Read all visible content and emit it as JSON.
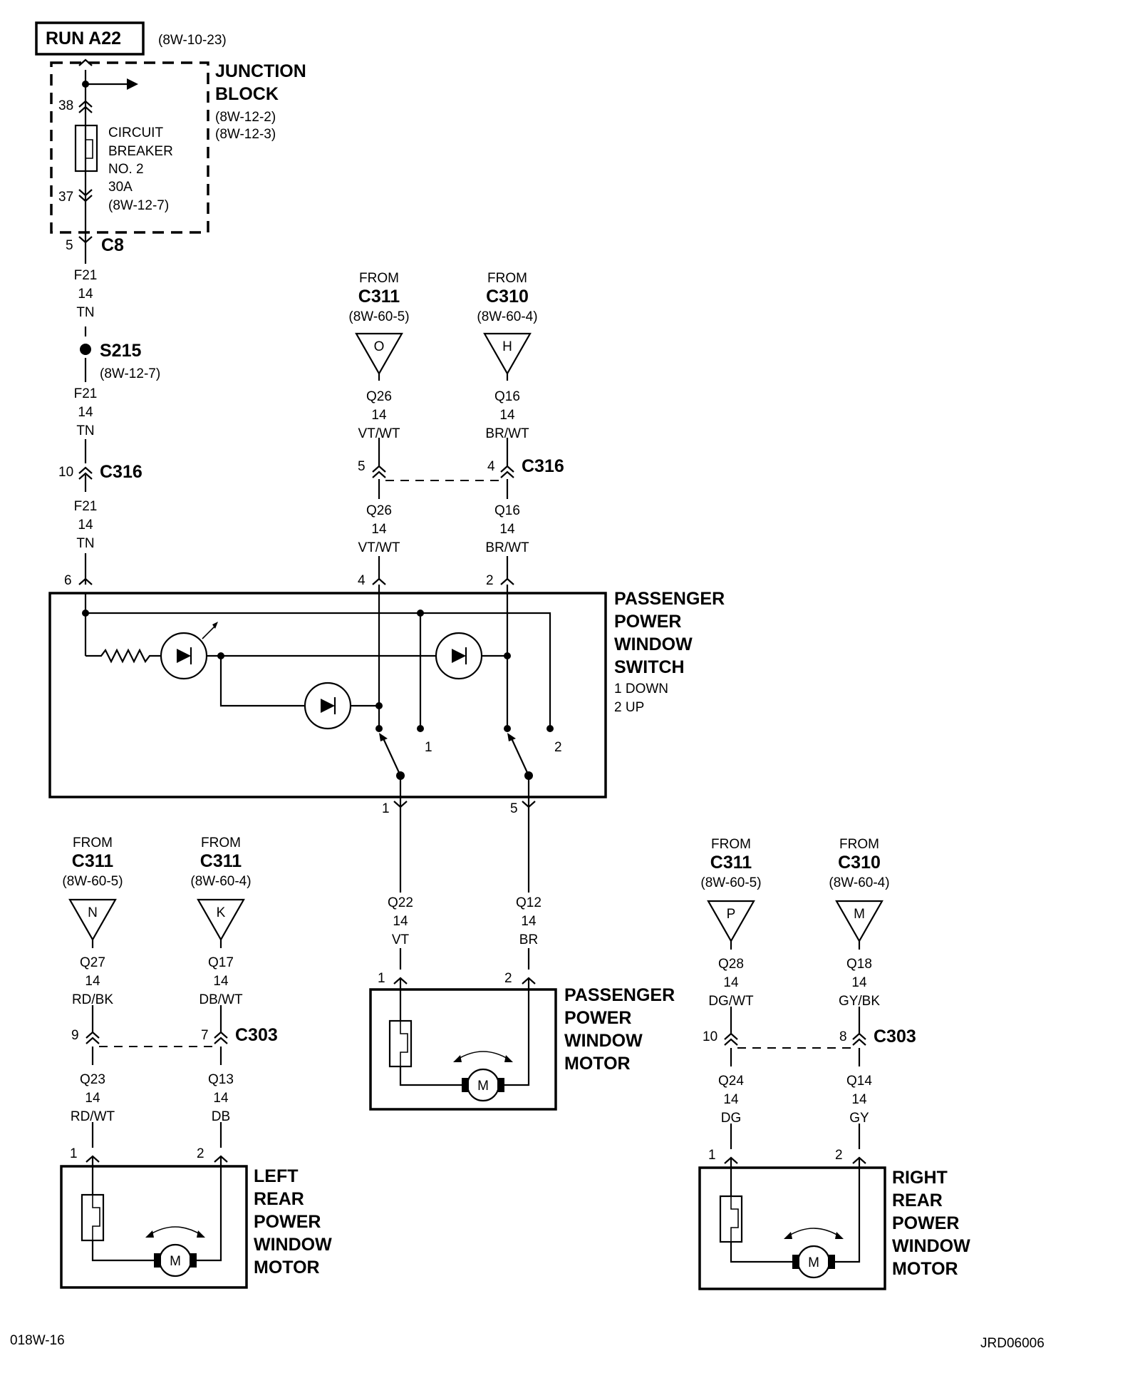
{
  "header": {
    "run": "RUN A22",
    "run_ref": "(8W-10-23)"
  },
  "junction_block": {
    "title1": "JUNCTION",
    "title2": "BLOCK",
    "ref1": "(8W-12-2)",
    "ref2": "(8W-12-3)",
    "pin_top": "38",
    "pin_bottom": "37",
    "breaker": [
      "CIRCUIT",
      "BREAKER",
      "NO. 2",
      "30A",
      "(8W-12-7)"
    ]
  },
  "c8": {
    "pin": "5",
    "name": "C8"
  },
  "wire_f21": {
    "circuit": "F21",
    "gauge": "14",
    "color": "TN"
  },
  "s215": {
    "name": "S215",
    "ref": "(8W-12-7)"
  },
  "c316_left": {
    "pin": "10",
    "name": "C316"
  },
  "from_o": {
    "from": "FROM",
    "conn": "C311",
    "ref": "(8W-60-5)",
    "letter": "O"
  },
  "from_h": {
    "from": "FROM",
    "conn": "C310",
    "ref": "(8W-60-4)",
    "letter": "H"
  },
  "wire_q26": {
    "circuit": "Q26",
    "gauge": "14",
    "color": "VT/WT"
  },
  "wire_q16": {
    "circuit": "Q16",
    "gauge": "14",
    "color": "BR/WT"
  },
  "c316_right": {
    "pin_a": "5",
    "pin_b": "4",
    "name": "C316"
  },
  "switch": {
    "pins": [
      "6",
      "4",
      "2",
      "1",
      "5"
    ],
    "title": [
      "PASSENGER",
      "POWER",
      "WINDOW",
      "SWITCH"
    ],
    "legend": [
      "1 DOWN",
      "2 UP"
    ],
    "pos1": "1",
    "pos2": "2"
  },
  "wire_q22": {
    "circuit": "Q22",
    "gauge": "14",
    "color": "VT"
  },
  "wire_q12": {
    "circuit": "Q12",
    "gauge": "14",
    "color": "BR"
  },
  "pass_motor": {
    "pin_a": "1",
    "pin_b": "2",
    "title": [
      "PASSENGER",
      "POWER",
      "WINDOW",
      "MOTOR"
    ],
    "m": "M"
  },
  "from_n": {
    "from": "FROM",
    "conn": "C311",
    "ref": "(8W-60-5)",
    "letter": "N"
  },
  "from_k": {
    "from": "FROM",
    "conn": "C311",
    "ref": "(8W-60-4)",
    "letter": "K"
  },
  "wire_q27": {
    "circuit": "Q27",
    "gauge": "14",
    "color": "RD/BK"
  },
  "wire_q17": {
    "circuit": "Q17",
    "gauge": "14",
    "color": "DB/WT"
  },
  "c303_left": {
    "pin_a": "9",
    "pin_b": "7",
    "name": "C303"
  },
  "wire_q23": {
    "circuit": "Q23",
    "gauge": "14",
    "color": "RD/WT"
  },
  "wire_q13": {
    "circuit": "Q13",
    "gauge": "14",
    "color": "DB"
  },
  "left_motor": {
    "pin_a": "1",
    "pin_b": "2",
    "title": [
      "LEFT",
      "REAR",
      "POWER",
      "WINDOW",
      "MOTOR"
    ],
    "m": "M"
  },
  "from_p": {
    "from": "FROM",
    "conn": "C311",
    "ref": "(8W-60-5)",
    "letter": "P"
  },
  "from_m": {
    "from": "FROM",
    "conn": "C310",
    "ref": "(8W-60-4)",
    "letter": "M"
  },
  "wire_q28": {
    "circuit": "Q28",
    "gauge": "14",
    "color": "DG/WT"
  },
  "wire_q18": {
    "circuit": "Q18",
    "gauge": "14",
    "color": "GY/BK"
  },
  "c303_right": {
    "pin_a": "10",
    "pin_b": "8",
    "name": "C303"
  },
  "wire_q24": {
    "circuit": "Q24",
    "gauge": "14",
    "color": "DG"
  },
  "wire_q14": {
    "circuit": "Q14",
    "gauge": "14",
    "color": "GY"
  },
  "right_motor": {
    "pin_a": "1",
    "pin_b": "2",
    "title": [
      "RIGHT",
      "REAR",
      "POWER",
      "WINDOW",
      "MOTOR"
    ],
    "m": "M"
  },
  "footer": {
    "left": "018W-16",
    "right": "JRD06006"
  }
}
